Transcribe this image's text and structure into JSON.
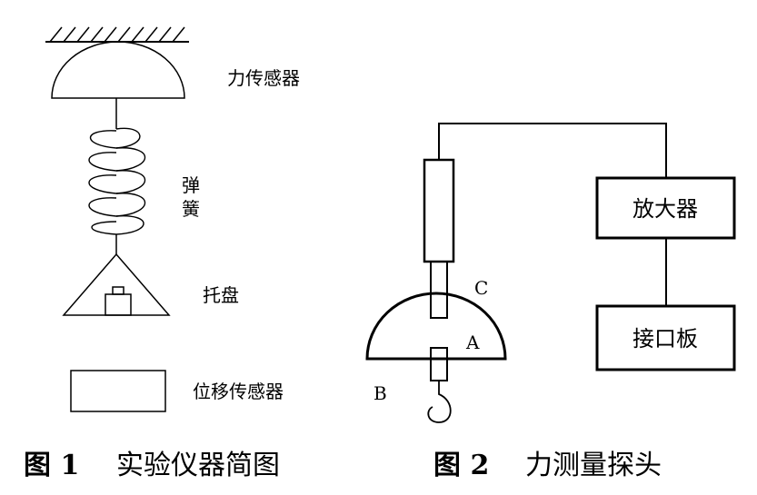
{
  "figure1": {
    "labels": {
      "force_sensor": "力传感器",
      "spring_char1": "弹",
      "spring_char2": "簧",
      "tray": "托盘",
      "displacement_sensor": "位移传感器"
    },
    "caption": {
      "number": "图 1",
      "title": "实验仪器简图"
    }
  },
  "figure2": {
    "labels": {
      "point_c": "C",
      "point_a": "A",
      "point_b": "B",
      "amplifier": "放大器",
      "interface_board": "接口板"
    },
    "caption": {
      "number": "图 2",
      "title": "力测量探头"
    }
  },
  "colors": {
    "ink": "#000000",
    "background": "#ffffff"
  }
}
